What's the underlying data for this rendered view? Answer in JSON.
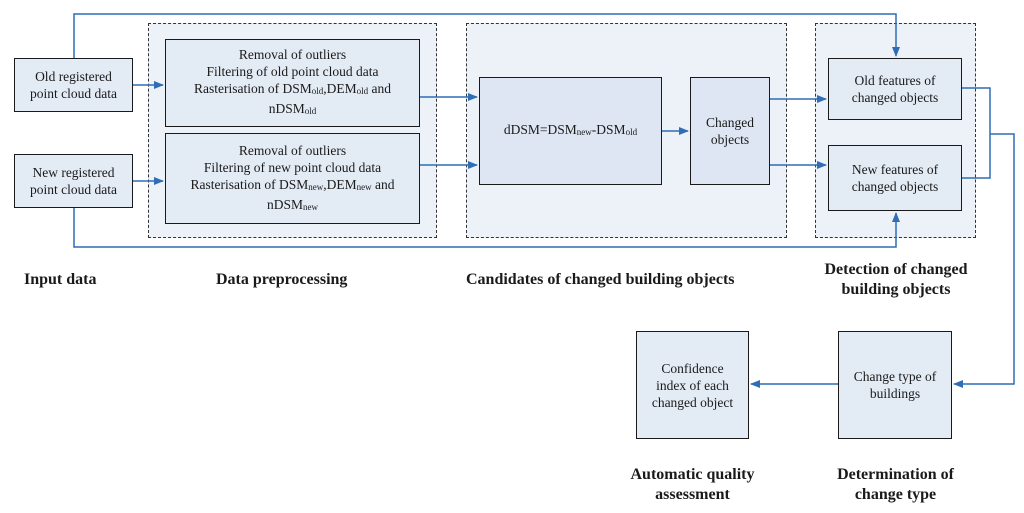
{
  "nodes": {
    "old_input": {
      "lines": [
        "Old registered",
        "point cloud data"
      ]
    },
    "new_input": {
      "lines": [
        "New registered",
        "point cloud data"
      ]
    },
    "pre_old": {
      "line1": "Removal of outliers",
      "line2": "Filtering of old point cloud data",
      "line3_a": "Rasterisation of DSM",
      "line3_b": "old",
      "line3_c": ",DEM",
      "line3_d": "old",
      "line3_e": " and",
      "line4_a": "nDSM",
      "line4_b": "old"
    },
    "pre_new": {
      "line1": "Removal of outliers",
      "line2": "Filtering of new point cloud data",
      "line3_a": "Rasterisation of DSM",
      "line3_b": "new",
      "line3_c": ",DEM",
      "line3_d": "new",
      "line3_e": " and",
      "line4_a": "nDSM",
      "line4_b": "new"
    },
    "ddsm": {
      "a": "dDSM=DSM",
      "b": "new",
      "c": "-DSM",
      "d": "old"
    },
    "changed": {
      "lines": [
        "Changed",
        "objects"
      ]
    },
    "old_features": {
      "lines": [
        "Old features of",
        "changed objects"
      ]
    },
    "new_features": {
      "lines": [
        "New features of",
        "changed objects"
      ]
    },
    "change_type": {
      "lines": [
        "Change type of",
        "buildings"
      ]
    },
    "confidence": {
      "lines": [
        "Confidence",
        "index of each",
        "changed object"
      ]
    }
  },
  "captions": {
    "input": "Input data",
    "preprocessing": "Data preprocessing",
    "candidates": "Candidates of changed building objects",
    "detection": [
      "Detection of changed",
      "building objects"
    ],
    "quality": [
      "Automatic quality",
      "assessment"
    ],
    "determination": [
      "Determination of",
      "change type"
    ]
  },
  "colors": {
    "arrow": "#2f6db5",
    "box_fill": "#e3ebf5",
    "stage_fill": "#edf2f8",
    "border": "#1a1a1a"
  }
}
